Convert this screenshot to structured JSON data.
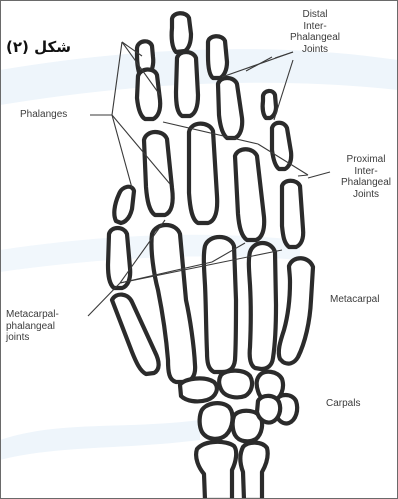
{
  "figure_label": "شکل (۲)",
  "labels": {
    "distal_line1": "Distal",
    "distal_line2": "Inter-",
    "distal_line3": "Phalangeal",
    "distal_line4": "Joints",
    "phalanges": "Phalanges",
    "proximal_line1": "Proximal",
    "proximal_line2": "Inter-",
    "proximal_line3": "Phalangeal",
    "proximal_line4": "Joints",
    "metacarpal_right": "Metacarpal",
    "mcp_line1": "Metacarpal-",
    "mcp_line2": "phalangeal",
    "mcp_line3": "joints",
    "carpals": "Carpals"
  },
  "colors": {
    "bone_outline": "#2b2b2b",
    "label_text": "#3c3c3c",
    "background_swoosh": "#e8f2fa"
  }
}
